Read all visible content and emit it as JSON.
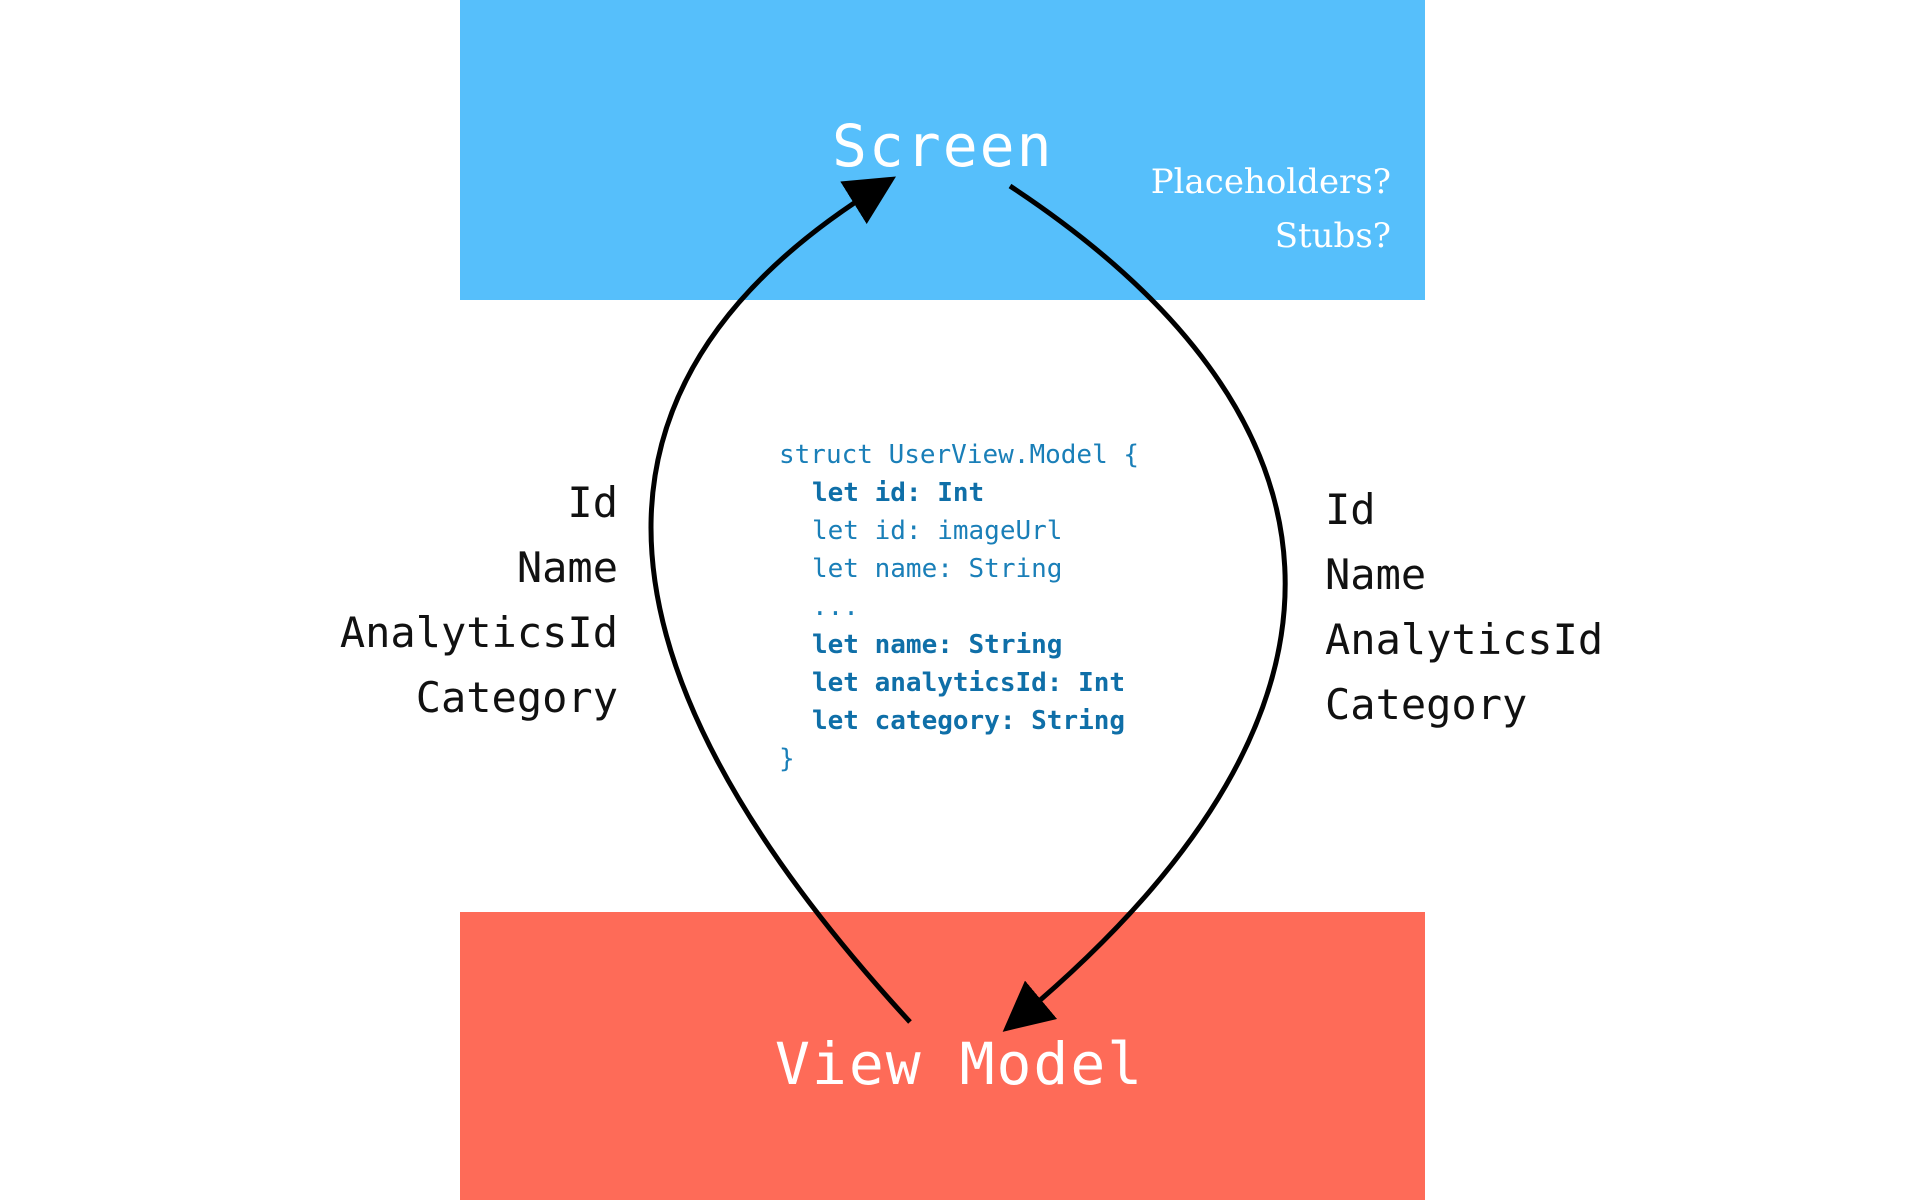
{
  "colors": {
    "screen_box": "#56bffb",
    "view_model_box": "#fe6b58",
    "arrow": "#000000",
    "code_text": "#1a7fb8"
  },
  "screen": {
    "title": "Screen",
    "notes": [
      "Placeholders?",
      "Stubs?"
    ]
  },
  "view_model": {
    "title": "View Model"
  },
  "left_fields": [
    "Id",
    "Name",
    "AnalyticsId",
    "Category"
  ],
  "right_fields": [
    "Id",
    "Name",
    "AnalyticsId",
    "Category"
  ],
  "code": {
    "lines": [
      {
        "text": "struct UserView.Model {",
        "bold": false,
        "indent": false
      },
      {
        "text": "let id: Int",
        "bold": true,
        "indent": true
      },
      {
        "text": "let id: imageUrl",
        "bold": false,
        "indent": true
      },
      {
        "text": "let name: String",
        "bold": false,
        "indent": true
      },
      {
        "text": "...",
        "bold": false,
        "indent": true
      },
      {
        "text": "let name: String",
        "bold": true,
        "indent": true
      },
      {
        "text": "let analyticsId: Int",
        "bold": true,
        "indent": true
      },
      {
        "text": "let category: String",
        "bold": true,
        "indent": true
      },
      {
        "text": "}",
        "bold": false,
        "indent": false
      }
    ]
  },
  "arrows": [
    {
      "name": "view-model-to-screen",
      "from": "View Model",
      "to": "Screen"
    },
    {
      "name": "screen-to-view-model",
      "from": "Screen",
      "to": "View Model"
    }
  ]
}
